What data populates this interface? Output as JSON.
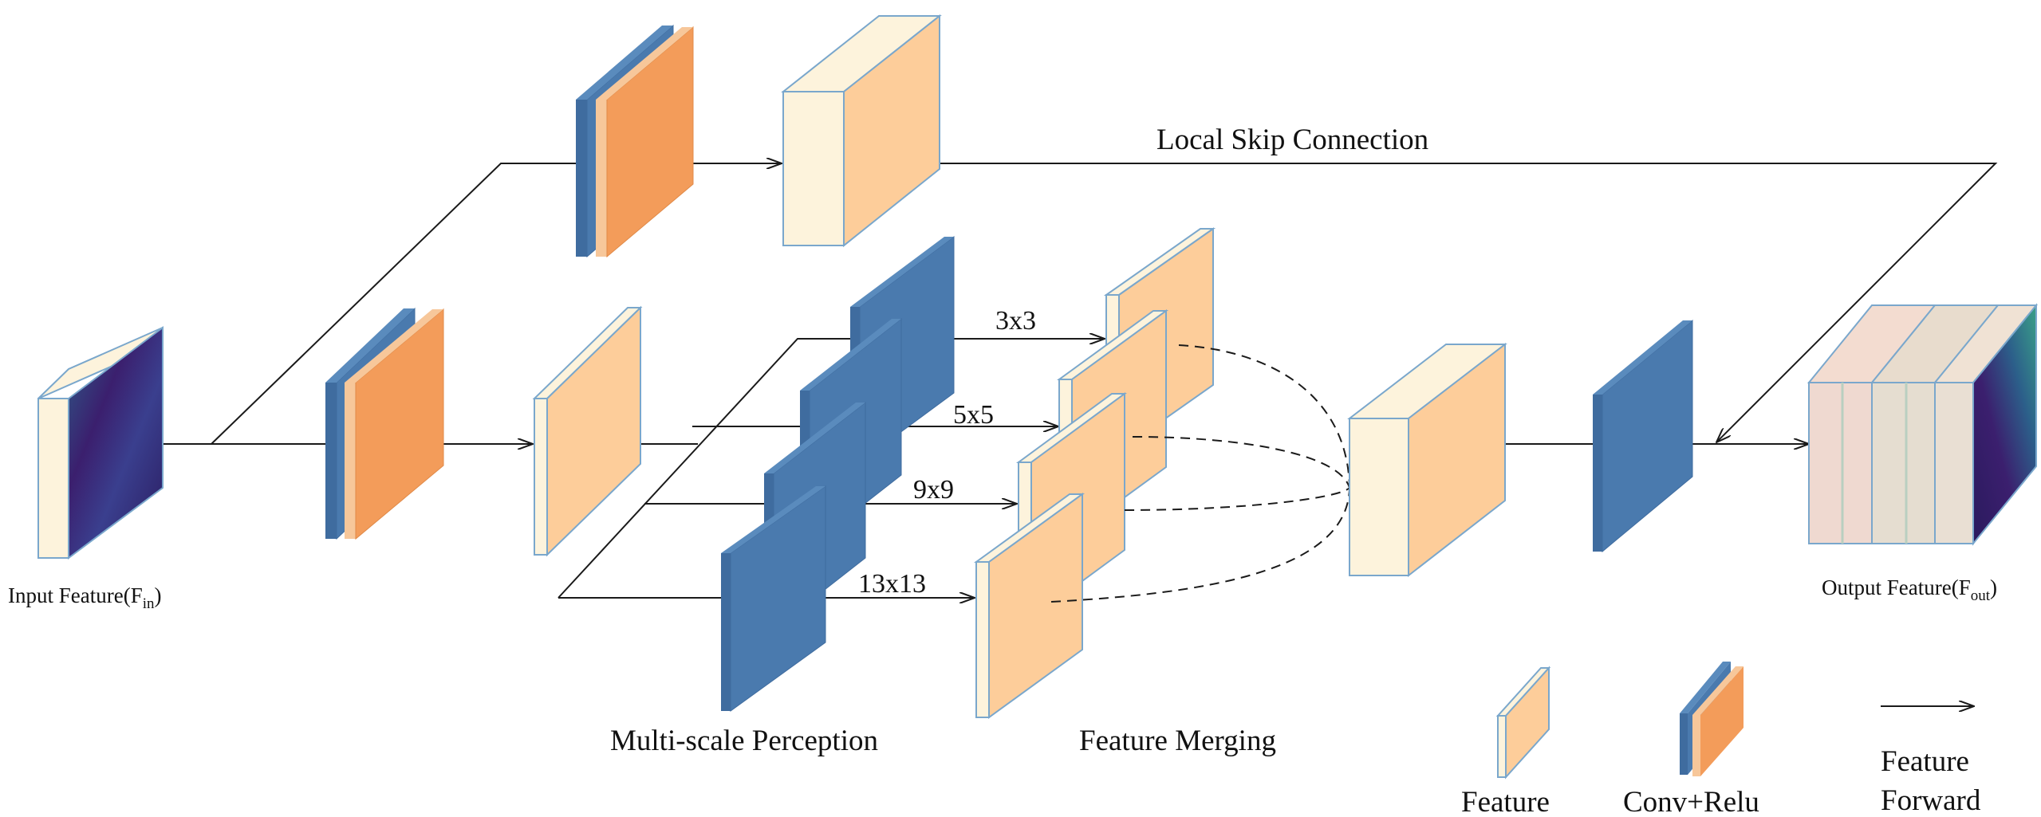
{
  "labels": {
    "input_feature": "Input Feature(F",
    "input_sub": "in",
    "input_close": ")",
    "output_feature": "Output Feature(F",
    "output_sub": "out",
    "output_close": ")",
    "local_skip": "Local Skip Connection",
    "multi_scale": "Multi-scale Perception",
    "feature_merging": "Feature Merging",
    "k3": "3x3",
    "k5": "5x5",
    "k9": "9x9",
    "k13": "13x13"
  },
  "legend": {
    "feature": "Feature",
    "conv_relu": "Conv+Relu",
    "forward_line1": "Feature",
    "forward_line2": "Forward"
  },
  "colors": {
    "feature_face": "#fdcd9a",
    "feature_side": "#fdf3dc",
    "conv_blue": "#4a7aae",
    "conv_blue_side": "#3f6c9f",
    "relu_orange": "#f39c5a",
    "relu_orange_side": "#f7c79a",
    "frame": "#7aa7cc",
    "heatmap_dark": "#3b1f6e",
    "heatmap_mid": "#2c5f8a",
    "heatmap_light": "#3aa088"
  }
}
